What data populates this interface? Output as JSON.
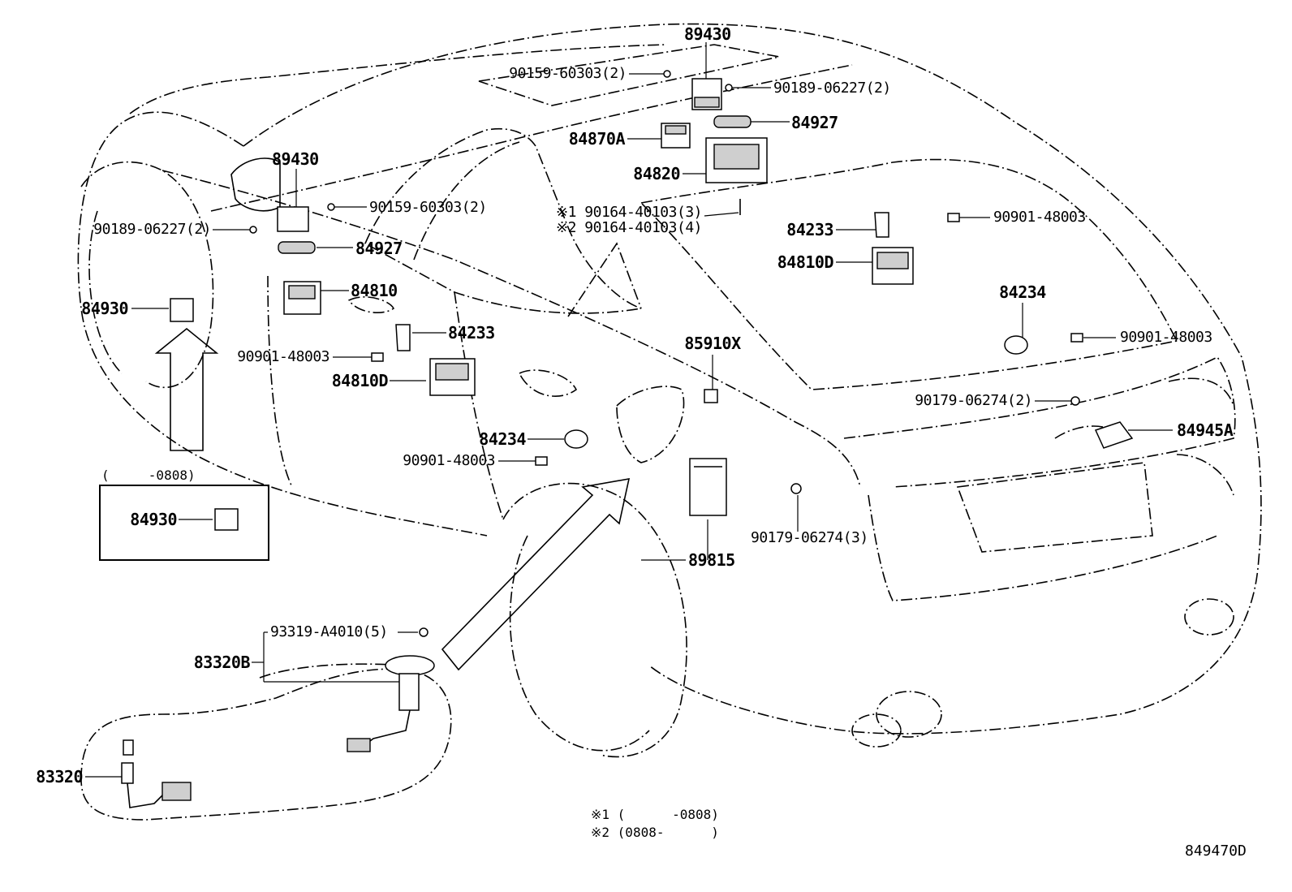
{
  "diagram_id": "849470D",
  "parts": {
    "p89430_top": "89430",
    "p90159_top": "90159-60303(2)",
    "p90189_top": "90189-06227(2)",
    "p84927_top": "84927",
    "p84870A": "84870A",
    "p84820": "84820",
    "p90164_a": "※1 90164-40103(3)",
    "p90164_b": "※2 90164-40103(4)",
    "p89430_left": "89430",
    "p90159_left": "90159-60303(2)",
    "p90189_left": "90189-06227(2)",
    "p84927_left": "84927",
    "p84810": "84810",
    "p84930": "84930",
    "p84233_left": "84233",
    "p90901_left": "90901-48003",
    "p84810D_left": "84810D",
    "p84234_left": "84234",
    "p90901_low": "90901-48003",
    "p85910X": "85910X",
    "p84233_right": "84233",
    "p90901_right": "90901-48003",
    "p84810D_right": "84810D",
    "p84234_right": "84234",
    "p90901_far": "90901-48003",
    "p90179_2": "90179-06274(2)",
    "p84945A": "84945A",
    "p90179_3": "90179-06274(3)",
    "p89815": "89815",
    "p93319": "93319-A4010(5)",
    "p83320B": "83320B",
    "p83320": "83320"
  },
  "inset": {
    "range": "(     -0808)",
    "part": "84930"
  },
  "footnotes": {
    "n1": "※1 (      -0808)",
    "n2": "※2 (0808-      )"
  }
}
